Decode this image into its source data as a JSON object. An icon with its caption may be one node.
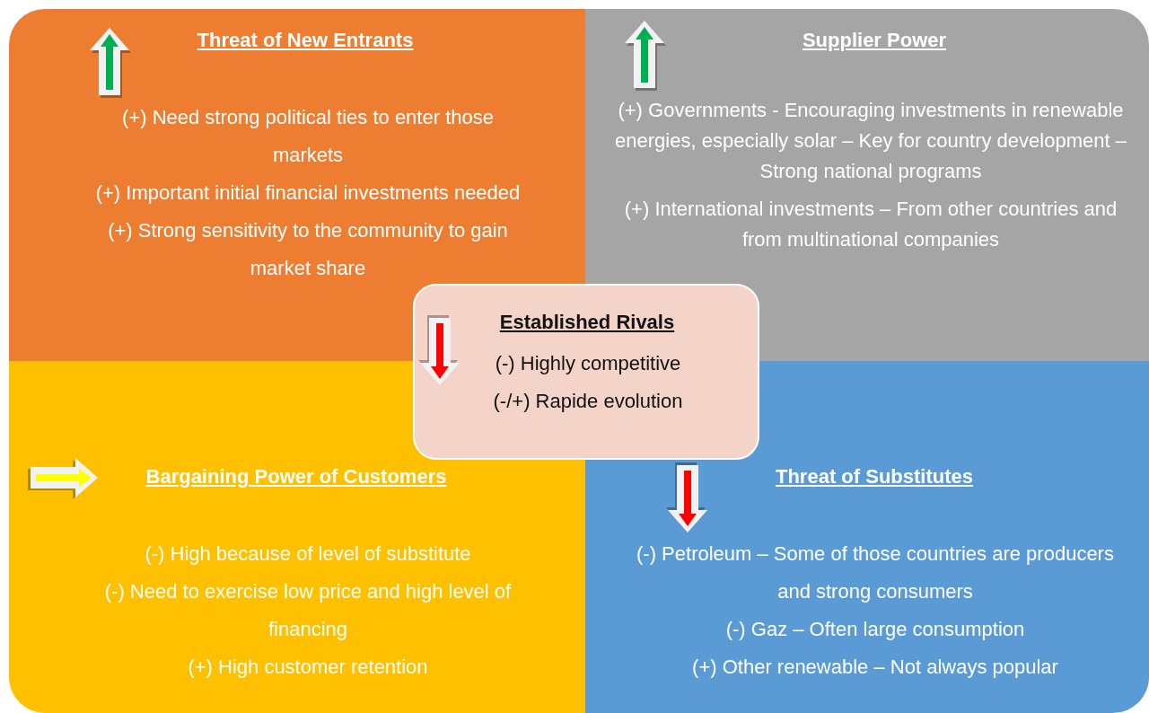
{
  "diagram": {
    "nodes": [
      {
        "text": [
          "Threat of New Entrants",
          "(+) Need strong political ties to enter those markets",
          "(+) Important initial financial investments needed",
          "(+) Strong sensitivity to the community to gain market share"
        ]
      },
      {
        "text": [
          "Supplier Power",
          "(+) Governments - Encouraging investments in renewable energies, especially solar – Key for country development – Strong national programs",
          "(+) International investments – From other countries and from multinational companies"
        ]
      },
      {
        "text": [
          "Bargaining Power of Customers",
          "(-) High because of level of substitute",
          "(-) Need to exercise low price and high level of financing",
          "(+) High customer retention"
        ]
      },
      {
        "text": [
          "Threat of Substitutes",
          "(-) Petroleum – Some of those countries are producers and strong consumers",
          "(-) Gaz – Often large consumption",
          "(+) Other renewable – Not always popular"
        ]
      },
      {
        "text": [
          "Established Rivals",
          "(-) Highly competitive",
          "(-/+) Rapide evolution"
        ]
      }
    ]
  }
}
